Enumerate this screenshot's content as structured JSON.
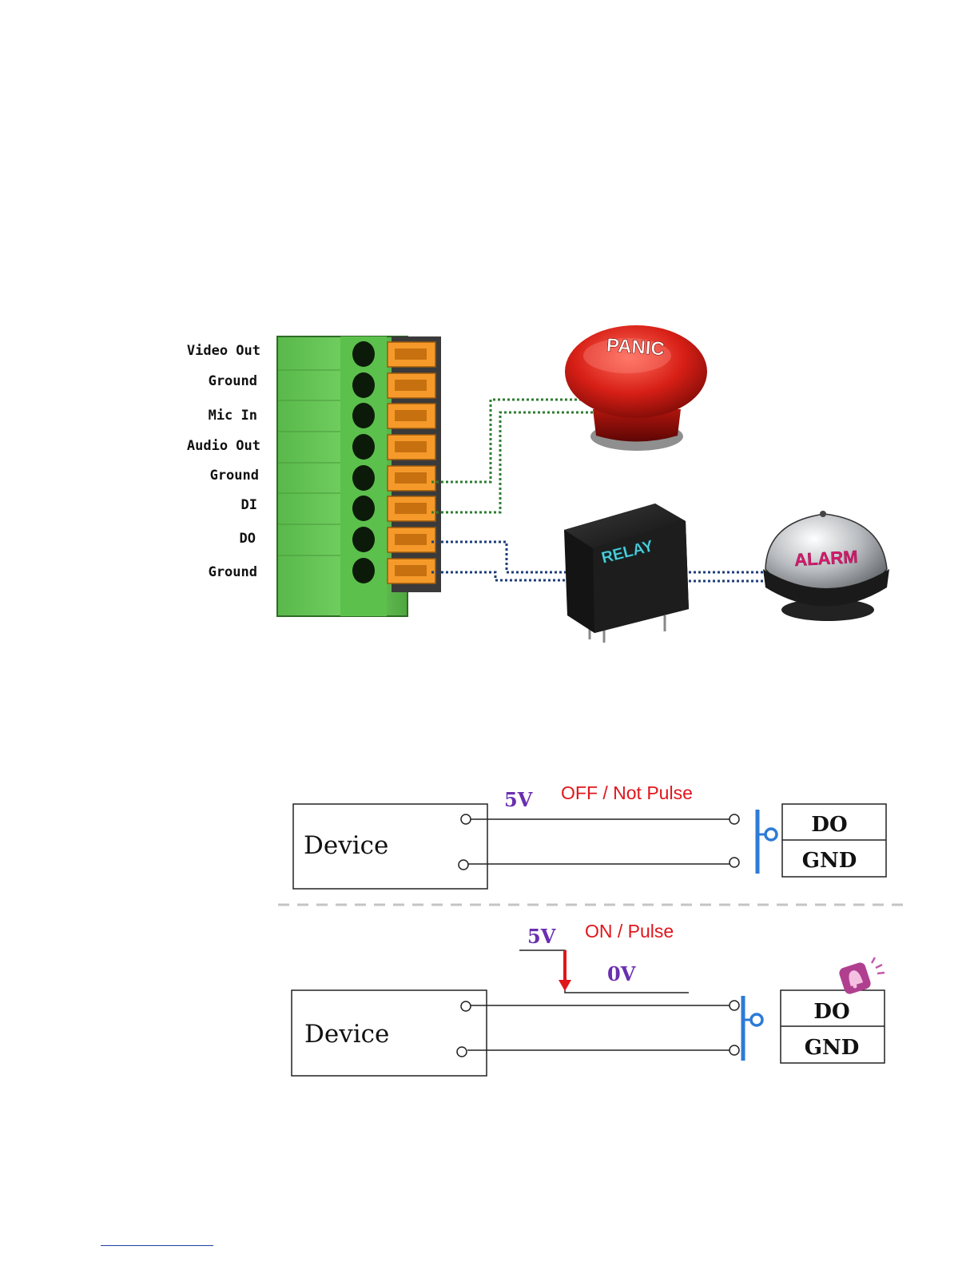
{
  "connector": {
    "pins": [
      "Video Out",
      "Ground",
      "Mic In",
      "Audio Out",
      "Ground",
      "DI",
      "DO",
      "Ground"
    ]
  },
  "devices": {
    "panic_label": "PANIC",
    "relay_label": "RELAY",
    "alarm_label": "ALARM"
  },
  "diagram_off": {
    "device_label": "Device",
    "voltage_label": "5V",
    "state_label": "OFF / Not Pulse",
    "do_label": "DO",
    "gnd_label": "GND"
  },
  "diagram_on": {
    "device_label": "Device",
    "voltage_high_label": "5V",
    "voltage_low_label": "0V",
    "state_label": "ON / Pulse",
    "do_label": "DO",
    "gnd_label": "GND"
  },
  "colors": {
    "voltage": "#6a2fb0",
    "state": "#e0161b",
    "switch": "#2d7bd6",
    "connector_green": "#6ccf5c",
    "slot_orange": "#f59a2a",
    "di_wire": "#2e7d32",
    "do_wire": "#1e3d7a"
  }
}
